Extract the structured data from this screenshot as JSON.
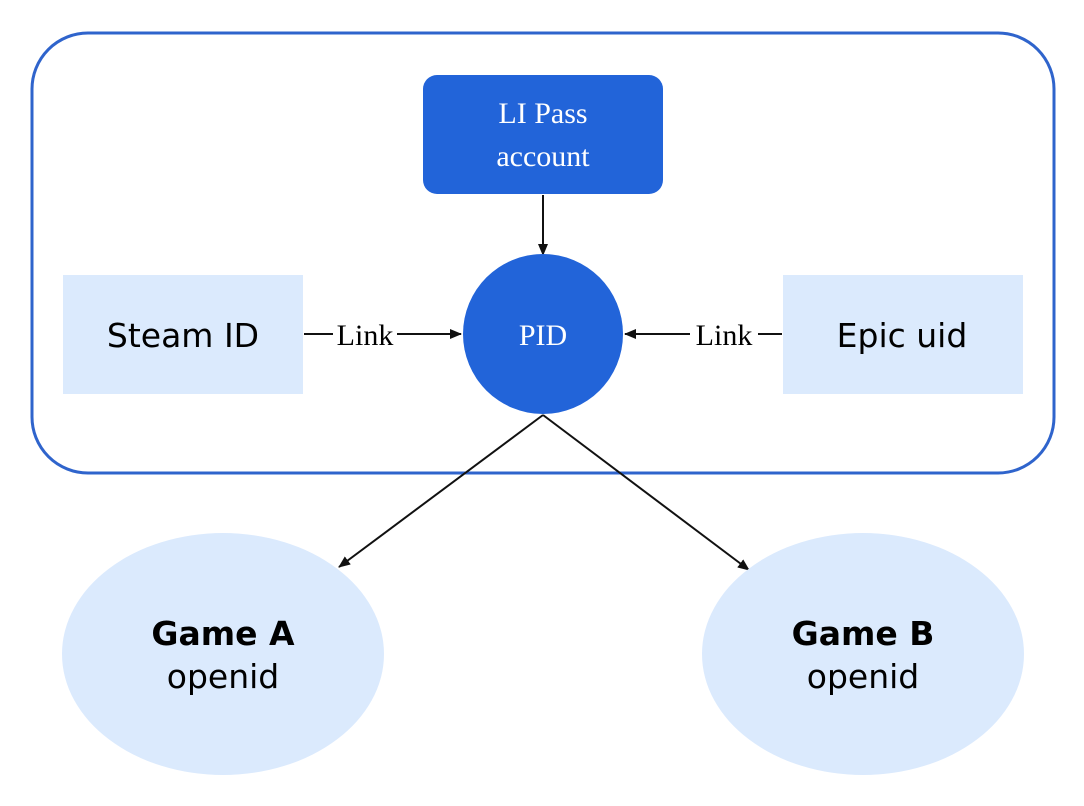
{
  "colors": {
    "container_border": "#2f64cc",
    "primary_fill": "#2264d9",
    "light_fill": "#dbeafd",
    "arrow": "#111111",
    "primary_text": "#ffffff",
    "dark_text": "#000000"
  },
  "nodes": {
    "li_pass": {
      "line1": "LI Pass",
      "line2": "account"
    },
    "pid": {
      "label": "PID"
    },
    "steam": {
      "label": "Steam ID"
    },
    "epic": {
      "label": "Epic uid"
    },
    "game_a": {
      "title": "Game A",
      "subtitle": "openid"
    },
    "game_b": {
      "title": "Game B",
      "subtitle": "openid"
    }
  },
  "edges": {
    "steam_link": {
      "label": "Link"
    },
    "epic_link": {
      "label": "Link"
    }
  }
}
